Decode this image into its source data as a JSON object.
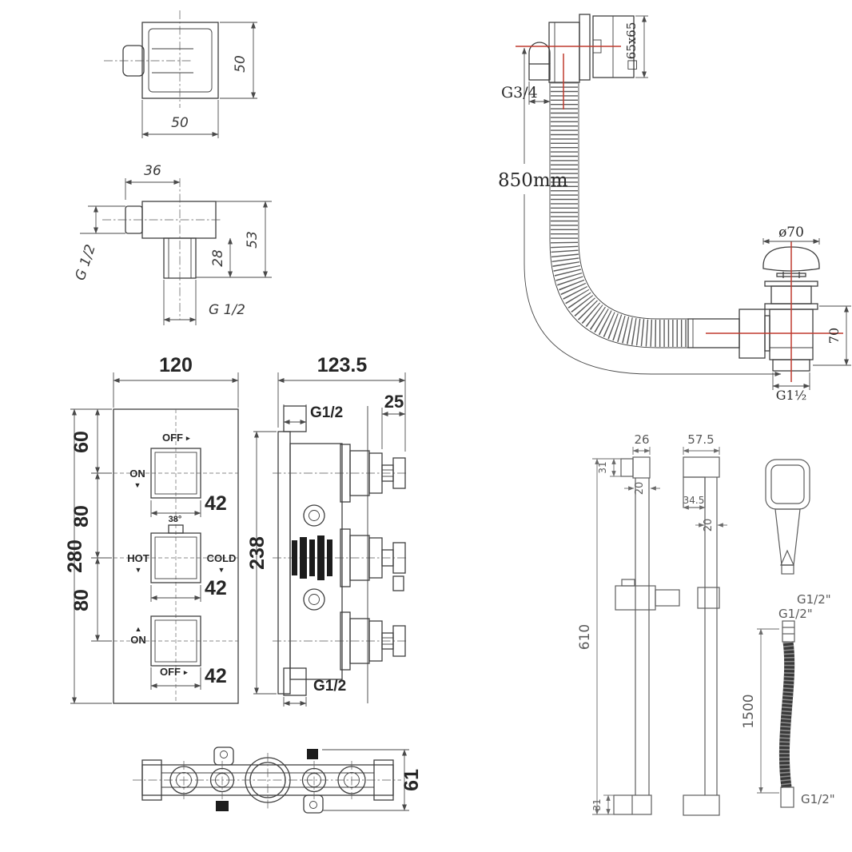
{
  "colors": {
    "line": "#3f3f3f",
    "accent_red": "#bf3a2e"
  },
  "figures": {
    "square_outlet": {
      "width": "50",
      "height": "50"
    },
    "wall_elbow": {
      "top_width": "36",
      "side_thread": "G 1/2",
      "spigot_height": "28",
      "total_height": "53",
      "bottom_thread": "G 1/2"
    },
    "valve_front": {
      "width": "120",
      "height": "280",
      "offset_top": "60",
      "spacing_1": "80",
      "spacing_2": "80",
      "handle_top": {
        "label_above": "OFF",
        "arrow_above": "▸",
        "label_left": "ON",
        "arrow_left": "▼",
        "size": "42"
      },
      "handle_mid": {
        "temp": "38°",
        "label_left": "HOT",
        "arrow_left": "▼",
        "label_right": "COLD",
        "arrow_right": "▼",
        "size": "42"
      },
      "handle_bot": {
        "label_left": "ON",
        "arrow_left": "▲",
        "label_below": "OFF",
        "arrow_below": "▸",
        "size": "42"
      }
    },
    "valve_side": {
      "width": "123.5",
      "top_thread": "G1/2",
      "projection": "25",
      "height": "238",
      "bottom_thread": "G1/2"
    },
    "valve_back": {
      "height": "61"
    },
    "bath_overflow_filler": {
      "hose_thread": "G3/4",
      "hose_length": "850mm",
      "faceplate": "□65x65",
      "waste_cap_dia": "ø70",
      "waste_height": "70",
      "waste_thread": "G1½"
    },
    "riser_rail": {
      "top_cap_width": "26",
      "wall_offset": "31",
      "tube_dia": "20",
      "length": "610",
      "foot_height": "31"
    },
    "second_rail": {
      "top_cap_width": "57.5",
      "bracket_depth": "34.5",
      "tube_dia": "20"
    },
    "handset_hose": {
      "handset_thread": "G1/2\"",
      "hose_top_thread": "G1/2\"",
      "hose_length": "1500",
      "hose_bottom_thread": "G1/2\""
    }
  }
}
